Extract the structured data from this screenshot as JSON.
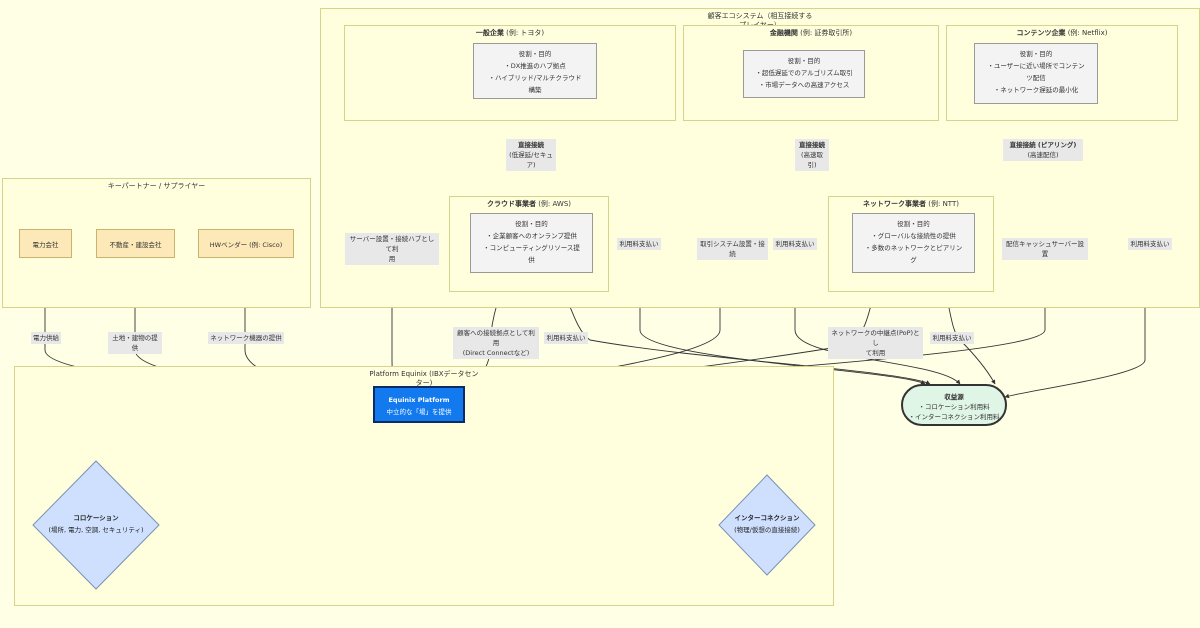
{
  "customer_ecosystem": {
    "title": "顧客エコシステム（相互接続する\nプレイヤー）"
  },
  "general_enterprise": {
    "title_bold": "一般企業",
    "title_rest": " (例: トヨタ)",
    "node_lines": [
      "役割・目的",
      "・DX推進のハブ拠点",
      "・ハイブリッド/マルチクラウド",
      "構築"
    ]
  },
  "financial": {
    "title_bold": "金融機関",
    "title_rest": " (例: 証券取引所)",
    "node_lines": [
      "役割・目的",
      "・超低遅延でのアルゴリズム取引",
      "・市場データへの高速アクセス"
    ]
  },
  "content": {
    "title_bold": "コンテンツ企業",
    "title_rest": " (例: Netflix)",
    "node_lines": [
      "役割・目的",
      "・ユーザーに近い場所でコンテン",
      "ツ配信",
      "・ネットワーク遅延の最小化"
    ]
  },
  "cloud": {
    "title_bold": "クラウド事業者",
    "title_rest": " (例: AWS)",
    "node_lines": [
      "役割・目的",
      "・企業顧客へのオンランプ提供",
      "・コンピューティングリソース提",
      "供"
    ]
  },
  "network": {
    "title_bold": "ネットワーク事業者",
    "title_rest": " (例: NTT)",
    "node_lines": [
      "役割・目的",
      "・グローバルな接続性の提供",
      "・多数のネットワークとピアリン",
      "グ"
    ]
  },
  "key_partners": {
    "title": "キーパートナー / サプライヤー",
    "items": [
      "電力会社",
      "不動産・建設会社",
      "HWベンダー (例: Cisco)"
    ]
  },
  "platform_cluster": {
    "title": "Platform Equinix (IBXデータセン\nター)"
  },
  "equinix": {
    "title": "Equinix Platform",
    "subtitle": "中立的な「場」を提供"
  },
  "revenue": {
    "title": "収益源",
    "lines": [
      "・コロケーション利用料",
      "・インターコネクション利用料"
    ]
  },
  "colocation": {
    "title": "コロケーション",
    "subtitle": "(場所, 電力, 空調, セキュリティ)"
  },
  "interconnection": {
    "title": "インターコネクション",
    "subtitle": "(物理/仮想の直接接続)"
  },
  "edges": {
    "direct_cloud_bold": "直接接続",
    "direct_cloud_sub": "(低遅延/セキュア)",
    "direct_network_bold": "直接接続",
    "direct_network_sub": "(高速取引)",
    "direct_peering_bold": "直接接続 (ピアリング)",
    "direct_peering_sub": "(高速配信)",
    "server_hub": "サーバー設置・接続ハブとして利\n用",
    "ent_fee": "利用料支払い",
    "trading_system": "取引システム設置・接続",
    "fin_fee": "利用料支払い",
    "cache_server": "配信キャッシュサーバー設置",
    "content_fee": "利用料支払い",
    "cloud_onramp": "顧客への接続拠点として利用\n(Direct Connectなど)",
    "cloud_fee": "利用料支払い",
    "network_pop": "ネットワークの中継点(PoP)とし\nて利用",
    "network_fee": "利用料支払い",
    "power_supply": "電力供給",
    "land": "土地・建物の提供",
    "network_equipment": "ネットワーク機器の提供"
  }
}
